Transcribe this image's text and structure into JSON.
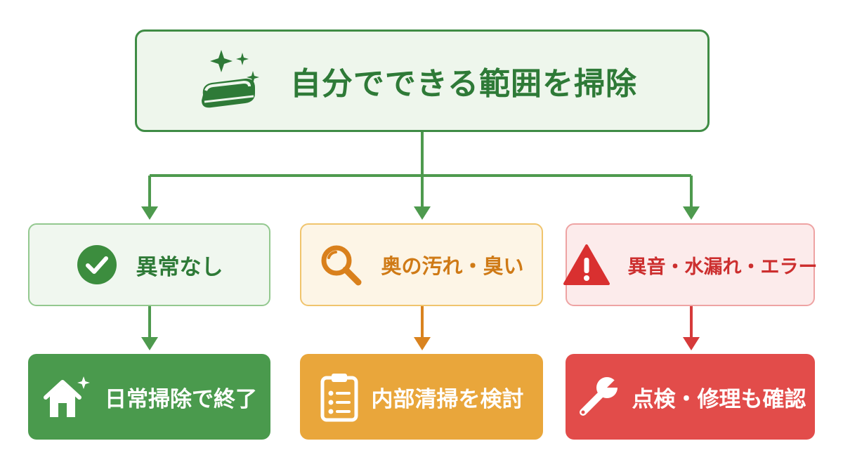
{
  "root": {
    "title": "自分でできる範囲を掃除",
    "icon": "sparkling-sponge-icon"
  },
  "branches": [
    {
      "condition": "異常なし",
      "condition_icon": "check-circle-icon",
      "result": "日常掃除で終了",
      "result_icon": "house-sparkle-icon",
      "color": "#4a9a4d"
    },
    {
      "condition": "奥の汚れ・臭い",
      "condition_icon": "magnifier-icon",
      "result": "内部清掃を検討",
      "result_icon": "clipboard-list-icon",
      "color": "#e9a63b"
    },
    {
      "condition": "異音・水漏れ・エラー",
      "condition_icon": "warning-triangle-icon",
      "result": "点検・修理も確認",
      "result_icon": "wrench-icon",
      "color": "#e24c4a"
    }
  ]
}
